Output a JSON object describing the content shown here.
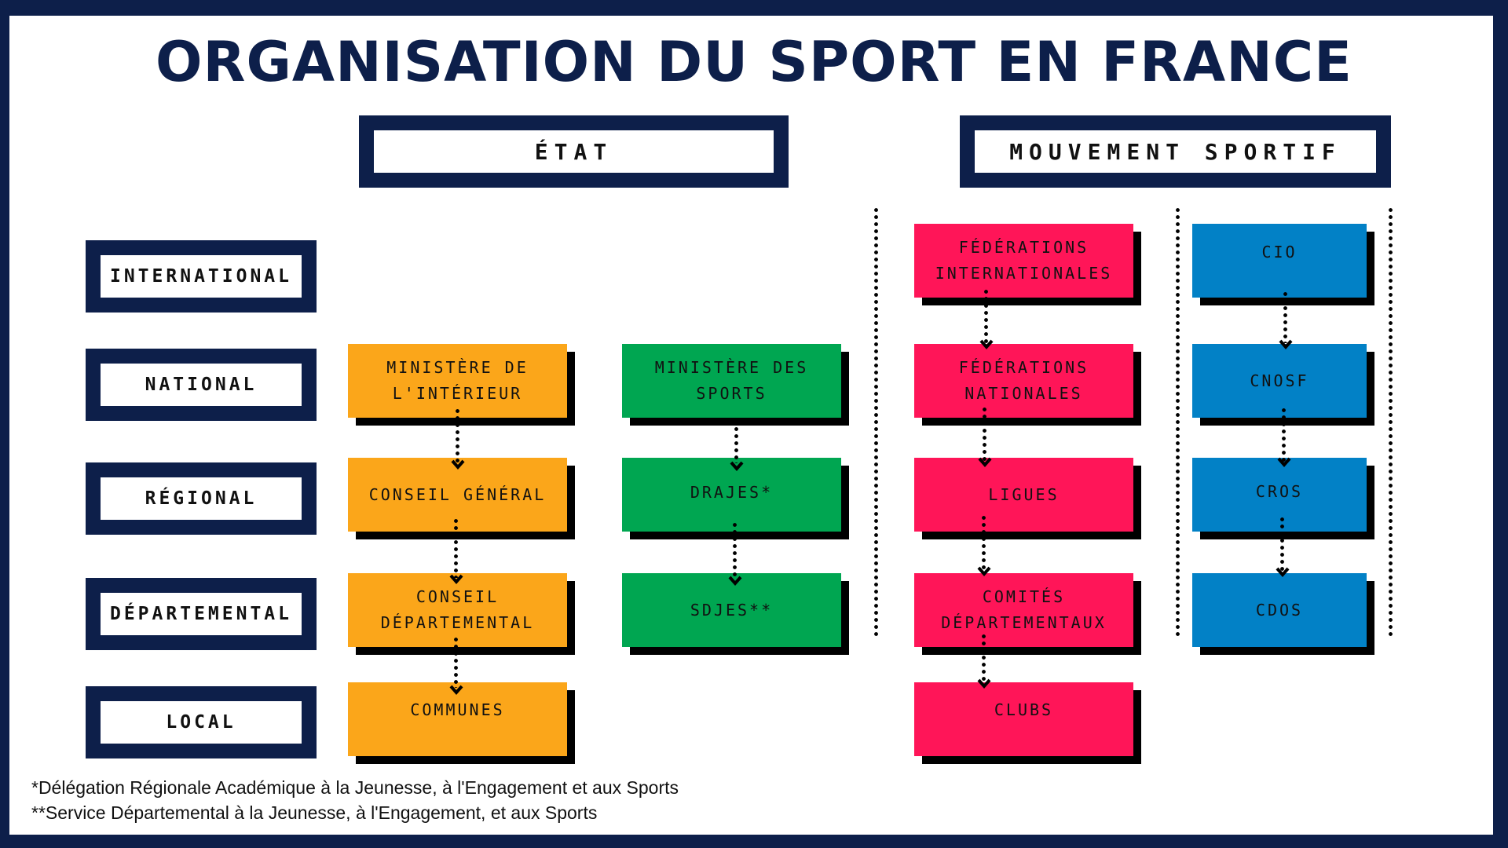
{
  "title": "ORGANISATION DU SPORT EN FRANCE",
  "headers": {
    "etat": "ÉTAT",
    "mouvement": "MOUVEMENT SPORTIF"
  },
  "levels": [
    {
      "label": "INTERNATIONAL"
    },
    {
      "label": "NATIONAL"
    },
    {
      "label": "RÉGIONAL"
    },
    {
      "label": "DÉPARTEMENTAL"
    },
    {
      "label": "LOCAL"
    }
  ],
  "columns": {
    "interieur": {
      "color": "#fba61a",
      "nodes": [
        {
          "level": "NATIONAL",
          "label": "MINISTÈRE DE L'INTÉRIEUR"
        },
        {
          "level": "RÉGIONAL",
          "label": "CONSEIL GÉNÉRAL"
        },
        {
          "level": "DÉPARTEMENTAL",
          "label": "CONSEIL DÉPARTEMENTAL"
        },
        {
          "level": "LOCAL",
          "label": "COMMUNES"
        }
      ]
    },
    "sports": {
      "color": "#00a651",
      "nodes": [
        {
          "level": "NATIONAL",
          "label": "MINISTÈRE DES SPORTS"
        },
        {
          "level": "RÉGIONAL",
          "label": "DRAJES*"
        },
        {
          "level": "DÉPARTEMENTAL",
          "label": "SDJES**"
        }
      ]
    },
    "federations": {
      "color": "#ff1558",
      "nodes": [
        {
          "level": "INTERNATIONAL",
          "label": "FÉDÉRATIONS INTERNATIONALES"
        },
        {
          "level": "NATIONAL",
          "label": "FÉDÉRATIONS NATIONALES"
        },
        {
          "level": "RÉGIONAL",
          "label": "LIGUES"
        },
        {
          "level": "DÉPARTEMENTAL",
          "label": "COMITÉS DÉPARTEMENTAUX"
        },
        {
          "level": "LOCAL",
          "label": "CLUBS"
        }
      ]
    },
    "olympique": {
      "color": "#0281c6",
      "nodes": [
        {
          "level": "INTERNATIONAL",
          "label": "CIO"
        },
        {
          "level": "NATIONAL",
          "label": "CNOSF"
        },
        {
          "level": "RÉGIONAL",
          "label": "CROS"
        },
        {
          "level": "DÉPARTEMENTAL",
          "label": "CDOS"
        }
      ]
    }
  },
  "footnotes": [
    "*Délégation Régionale Académique à la Jeunesse, à l'Engagement et aux Sports",
    "**Service Départemental à la Jeunesse, à l'Engagement, et aux Sports"
  ],
  "colors": {
    "navy": "#0d1f4a",
    "orange": "#fba61a",
    "green": "#00a651",
    "pink": "#ff1558",
    "blue": "#0281c6"
  }
}
